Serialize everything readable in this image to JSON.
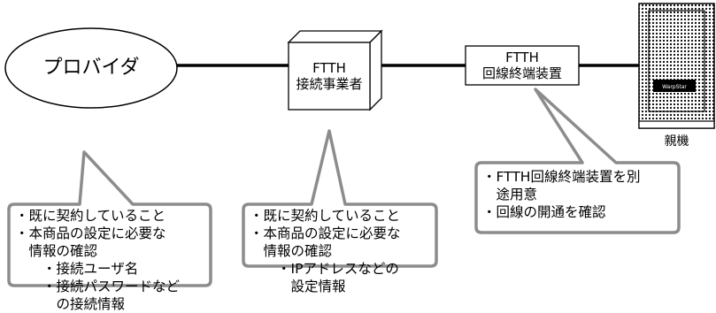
{
  "provider": {
    "label": "プロバイダ"
  },
  "ftth_operator": {
    "line1": "FTTH",
    "line2": "接続事業者"
  },
  "ftth_device": {
    "line1": "FTTH",
    "line2": "回線終端装置"
  },
  "router": {
    "label": "親機",
    "logo_text": "WarpStar"
  },
  "notes": [
    {
      "lines": [
        "・既に契約していること",
        "・本商品の設定に必要な",
        "　情報の確認",
        "　　・接続ユーザ名",
        "　　・接続パスワードなど",
        "　　　の接続情報"
      ]
    },
    {
      "lines": [
        "・既に契約していること",
        "・本商品の設定に必要な",
        "　情報の確認",
        "　　・IPアドレスなどの",
        "　　　設定情報"
      ]
    },
    {
      "lines": [
        "・FTTH回線終端装置を別",
        "　途用意",
        "・回線の開通を確認"
      ]
    }
  ],
  "colors": {
    "stroke": "#000000",
    "callout_border": "#8c8c8c",
    "background": "#ffffff"
  }
}
